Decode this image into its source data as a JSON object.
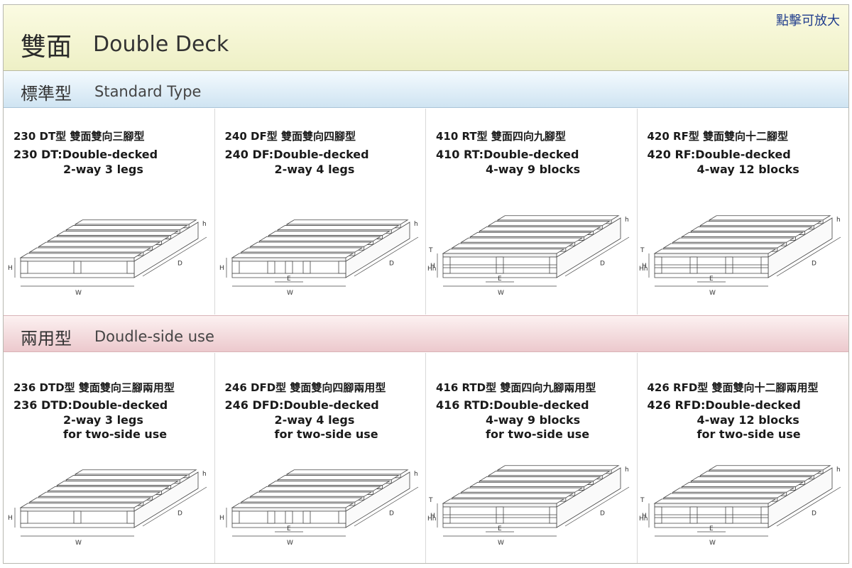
{
  "header": {
    "title_zh": "雙面",
    "title_en": "Double Deck",
    "zoom_label": "點擊可放大"
  },
  "sections": [
    {
      "title_zh": "標準型",
      "title_en": "Standard Type",
      "items": [
        {
          "model": "230 DT型 雙面雙向三腳型",
          "en1": "230 DT:Double-decked",
          "en2": "2-way 3 legs",
          "en3": "",
          "style": "3legs"
        },
        {
          "model": "240 DF型 雙面雙向四腳型",
          "en1": "240 DF:Double-decked",
          "en2": "2-way 4 legs",
          "en3": "",
          "style": "4legs"
        },
        {
          "model": "410 RT型 雙面四向九腳型",
          "en1": "410 RT:Double-decked",
          "en2": "4-way 9 blocks",
          "en3": "",
          "style": "9blocks"
        },
        {
          "model": "420 RF型 雙面雙向十二腳型",
          "en1": "420 RF:Double-decked",
          "en2": "4-way 12 blocks",
          "en3": "",
          "style": "12blocks"
        }
      ]
    },
    {
      "title_zh": "兩用型",
      "title_en": "Doudle-side use",
      "items": [
        {
          "model": "236 DTD型 雙面雙向三腳兩用型",
          "en1": "236 DTD:Double-decked",
          "en2": "2-way 3 legs",
          "en3": "for two-side use",
          "style": "3legs"
        },
        {
          "model": "246 DFD型 雙面雙向四腳兩用型",
          "en1": "246 DFD:Double-decked",
          "en2": "2-way 4 legs",
          "en3": "for two-side use",
          "style": "4legs"
        },
        {
          "model": "416 RTD型 雙面四向九腳兩用型",
          "en1": "416 RTD:Double-decked",
          "en2": "4-way 9 blocks",
          "en3": "for two-side use",
          "style": "9blocks"
        },
        {
          "model": "426 RFD型 雙面雙向十二腳兩用型",
          "en1": "426 RFD:Double-decked",
          "en2": "4-way 12 blocks",
          "en3": "for two-side use",
          "style": "12blocks"
        }
      ]
    }
  ],
  "dimension_labels": {
    "w": "W",
    "d": "D",
    "h": "H",
    "e": "E",
    "t": "T",
    "hh": "Hh",
    "small_h": "h"
  },
  "colors": {
    "title_band": "#eef0c6",
    "standard_band": "#cfe4f2",
    "dual_band": "#ecc9cd",
    "zoom_link": "#1f3c8c",
    "line": "#444444"
  }
}
